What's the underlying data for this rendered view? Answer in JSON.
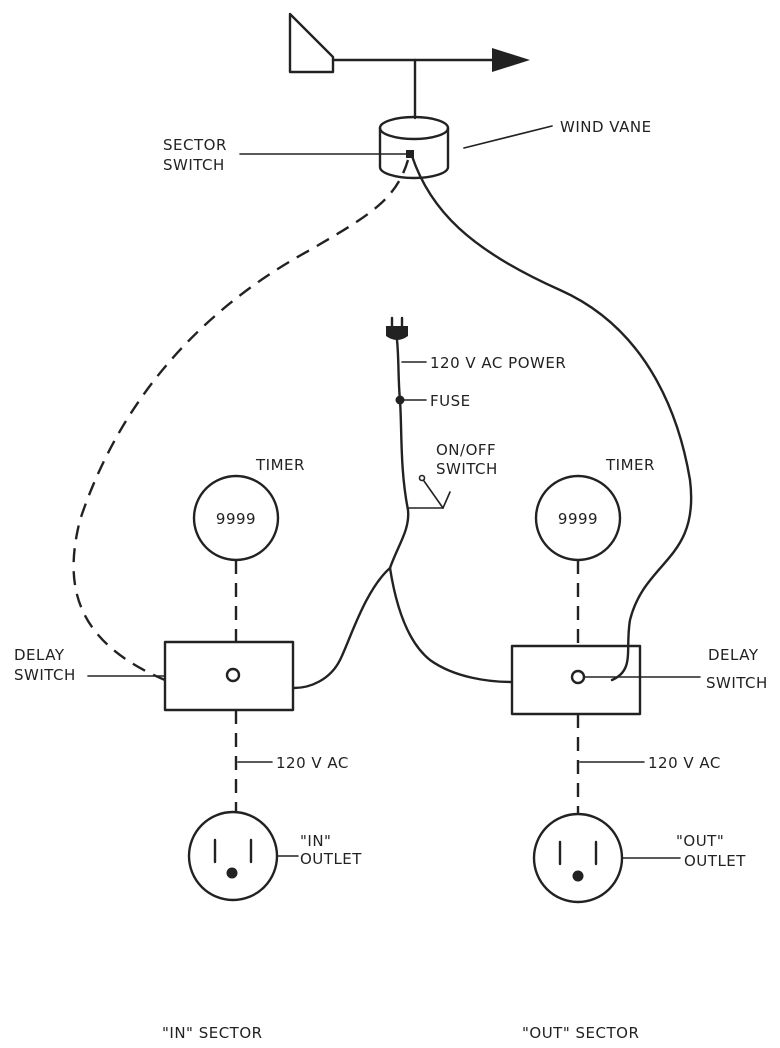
{
  "labels": {
    "sector_switch_1": "SECTOR",
    "sector_switch_2": "SWITCH",
    "wind_vane": "WIND VANE",
    "power": "120 V AC POWER",
    "fuse": "FUSE",
    "onoff_1": "ON/OFF",
    "onoff_2": "SWITCH",
    "timer_left": "TIMER",
    "timer_right": "TIMER",
    "timer_left_value": "9999",
    "timer_right_value": "9999",
    "delay_left_1": "DELAY",
    "delay_left_2": "SWITCH",
    "delay_right_1": "DELAY",
    "delay_right_2": "SWITCH",
    "ac_left": "120 V AC",
    "ac_right": "120 V AC",
    "outlet_in_1": "\"IN\"",
    "outlet_in_2": "OUTLET",
    "outlet_out_1": "\"OUT\"",
    "outlet_out_2": "OUTLET",
    "sector_in": "\"IN\" SECTOR",
    "sector_out": "\"OUT\" SECTOR"
  }
}
